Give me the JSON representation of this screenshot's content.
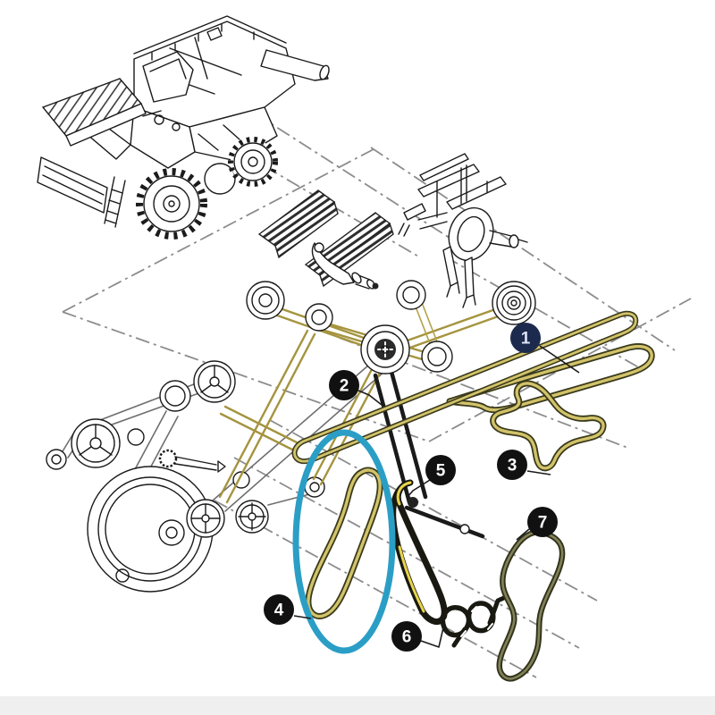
{
  "page": {
    "background_color": "#ffffff",
    "footer_strip_color": "#efefef"
  },
  "diagram": {
    "kind": "exploded-parts-diagram",
    "subject": "combine-harvester-drive-belts",
    "line_art_color": "#1b1b1b",
    "dash_line_color": "#8c8c8c",
    "machinery_belt_gold": "#a5943e",
    "belt_colors": {
      "fill": "#d2c36a",
      "outline": "#3a3a1c",
      "dark": "#191912",
      "olive": "#82825a",
      "yellow_highlight": "#e8d44c"
    },
    "highlight": {
      "shape": "ellipse",
      "color": "#2b9ec6",
      "marks_callout": "4"
    },
    "callouts": [
      {
        "label": "1",
        "circle_color": "#1c2a4e",
        "number_color": "#dde3f5"
      },
      {
        "label": "2",
        "circle_color": "#111111",
        "number_color": "#ffffff"
      },
      {
        "label": "3",
        "circle_color": "#111111",
        "number_color": "#ffffff"
      },
      {
        "label": "4",
        "circle_color": "#111111",
        "number_color": "#ffffff"
      },
      {
        "label": "5",
        "circle_color": "#111111",
        "number_color": "#ffffff"
      },
      {
        "label": "6",
        "circle_color": "#111111",
        "number_color": "#ffffff"
      },
      {
        "label": "7",
        "circle_color": "#111111",
        "number_color": "#ffffff"
      }
    ]
  }
}
